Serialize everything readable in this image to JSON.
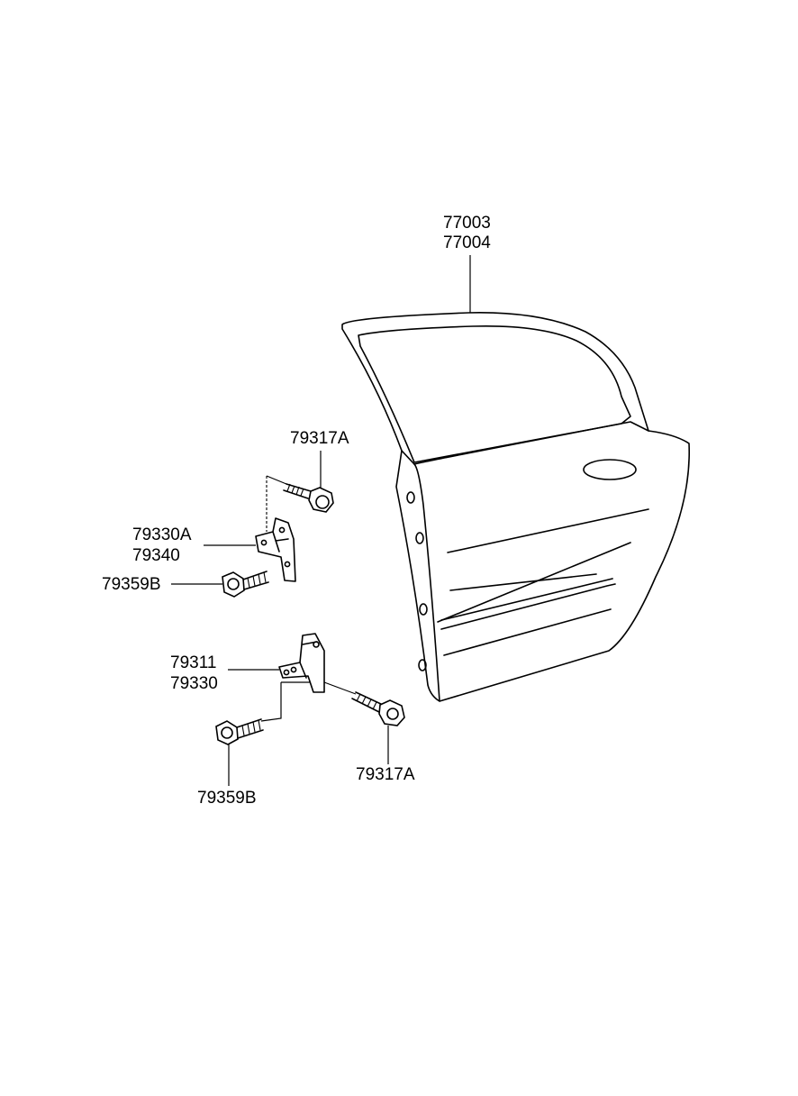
{
  "labels": {
    "door_panel": [
      "77003",
      "77004"
    ],
    "bolt_upper_right": "79317A",
    "upper_hinge": [
      "79330A",
      "79340"
    ],
    "bolt_upper_left": "79359B",
    "lower_hinge": [
      "79311",
      "79330"
    ],
    "bolt_lower_right": "79317A",
    "bolt_lower_left": "79359B"
  }
}
